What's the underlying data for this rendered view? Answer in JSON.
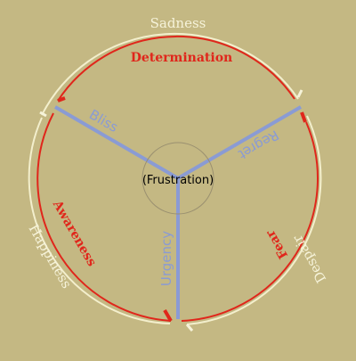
{
  "colors": {
    "background": "#c4b883",
    "outer_ring": "#f3efcd",
    "inner_ring": "#e0261b",
    "spoke": "#8a9bd4",
    "inner_label": "#e0261b",
    "outer_label": "#f6f3da",
    "spoke_label": "#8a9bd4",
    "center_circle": "#9a9070",
    "center_label": "#000000"
  },
  "center": {
    "label": "(Frustration)"
  },
  "spokes": [
    {
      "label": "Bliss"
    },
    {
      "label": "Regret"
    },
    {
      "label": "Urgency"
    }
  ],
  "outer_labels": {
    "top": "Sadness",
    "left": "Happiness",
    "right": "Despair"
  },
  "inner_labels": {
    "top": "Determination",
    "left": "Awareness",
    "right": "Fear"
  }
}
